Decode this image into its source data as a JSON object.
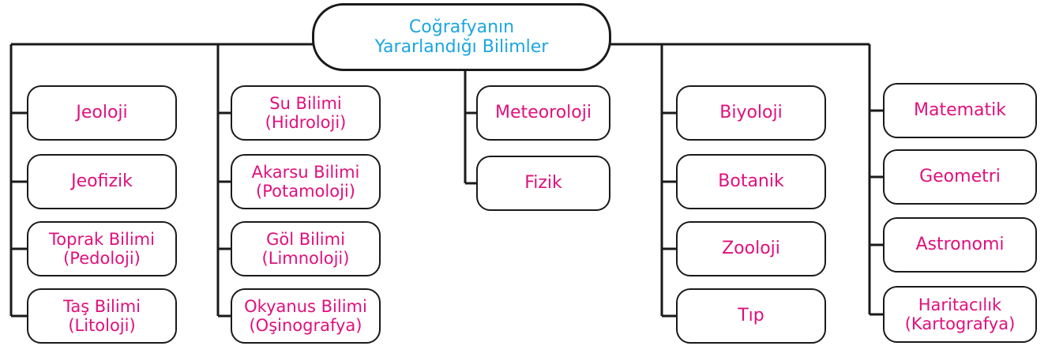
{
  "colors": {
    "root_text": "#1ba6e0",
    "leaf_text": "#e0107c",
    "line": "#1a1a1a"
  },
  "root": {
    "line1": "Coğrafyanın",
    "line2": "Yararlandığı Bilimler"
  },
  "columns": [
    {
      "items": [
        {
          "line1": "Jeoloji"
        },
        {
          "line1": "Jeofizik"
        },
        {
          "line1": "Toprak Bilimi",
          "line2": "(Pedoloji)"
        },
        {
          "line1": "Taş Bilimi",
          "line2": "(Litoloji)"
        }
      ]
    },
    {
      "items": [
        {
          "line1": "Su Bilimi",
          "line2": "(Hidroloji)"
        },
        {
          "line1": "Akarsu Bilimi",
          "line2": "(Potamoloji)"
        },
        {
          "line1": "Göl Bilimi",
          "line2": "(Limnoloji)"
        },
        {
          "line1": "Okyanus Bilimi",
          "line2": "(Oşinografya)"
        }
      ]
    },
    {
      "items": [
        {
          "line1": "Meteoroloji"
        },
        {
          "line1": "Fizik"
        }
      ]
    },
    {
      "items": [
        {
          "line1": "Biyoloji"
        },
        {
          "line1": "Botanik"
        },
        {
          "line1": "Zooloji"
        },
        {
          "line1": "Tıp"
        }
      ]
    },
    {
      "items": [
        {
          "line1": "Matematik"
        },
        {
          "line1": "Geometri"
        },
        {
          "line1": "Astronomi"
        },
        {
          "line1": "Haritacılık",
          "line2": "(Kartografya)"
        }
      ]
    }
  ]
}
